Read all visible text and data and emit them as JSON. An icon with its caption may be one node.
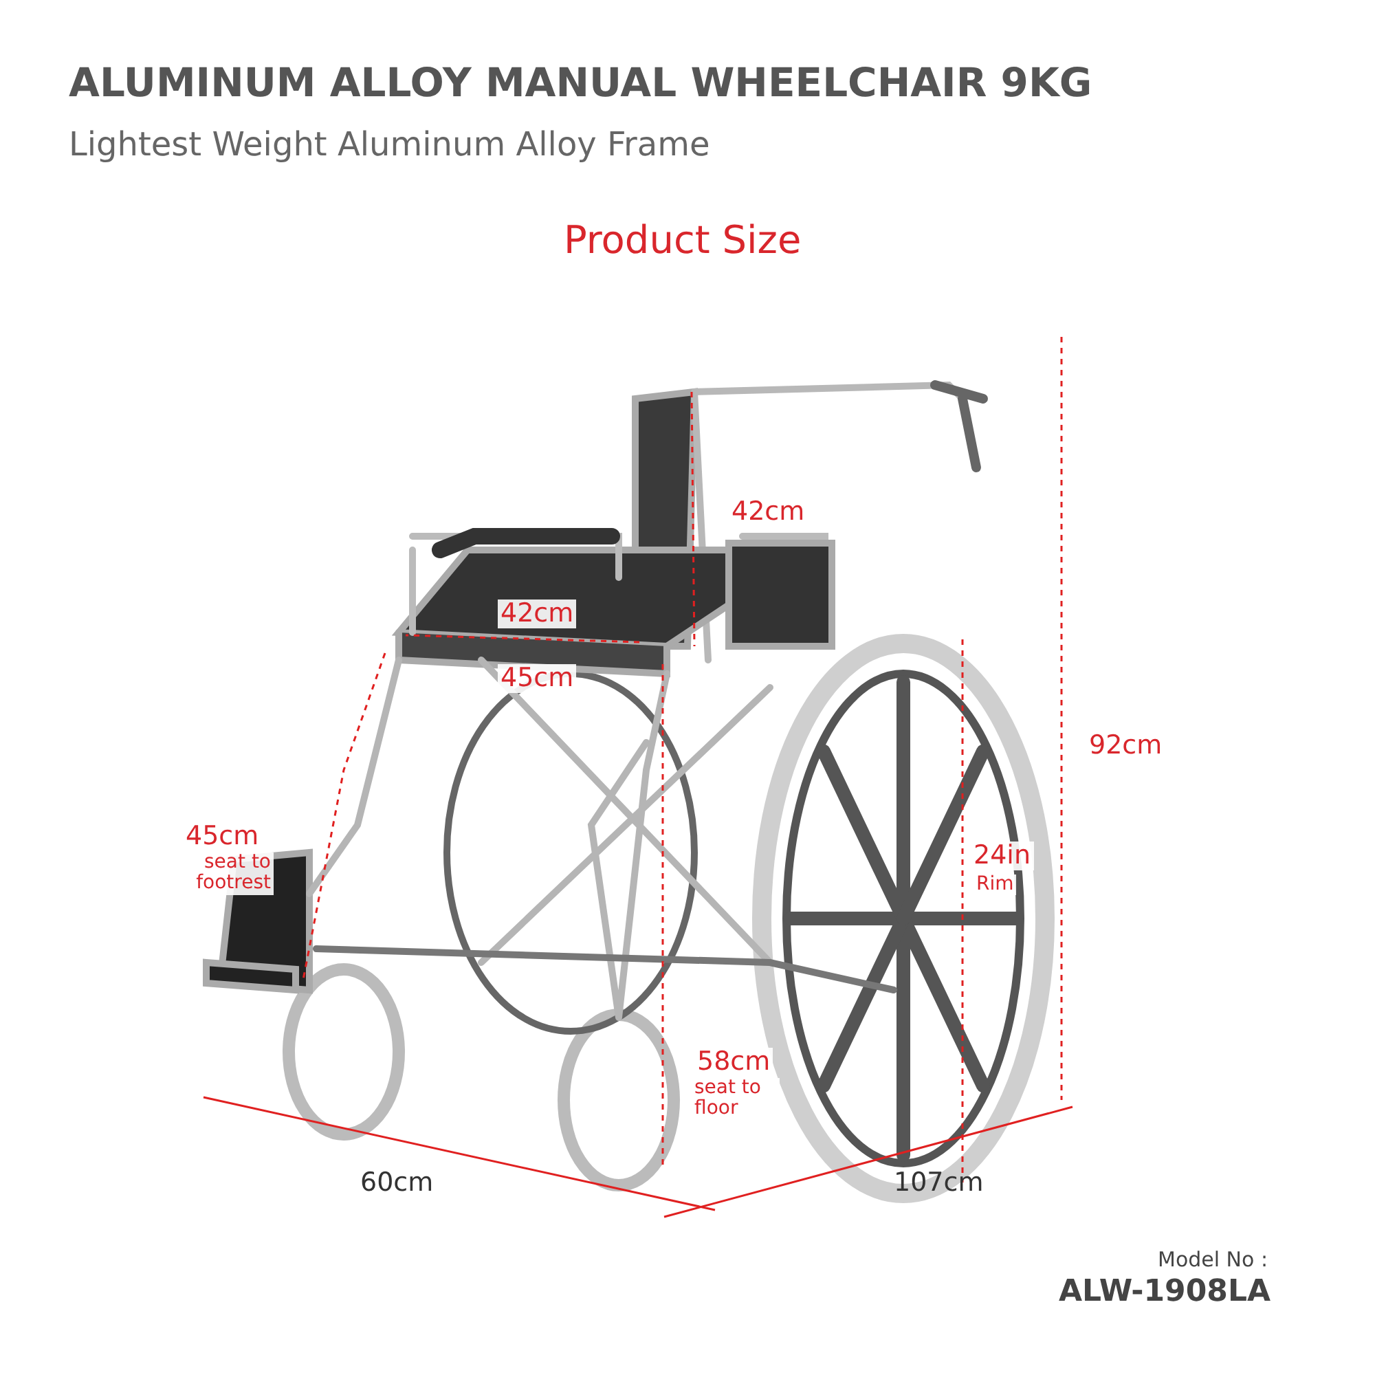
{
  "diagram": {
    "title": "ALUMINUM ALLOY MANUAL WHEELCHAIR 9KG",
    "labels": [
      "Lightest Weight Aluminum Alloy Frame",
      "Product Size",
      "42cm",
      "42cm",
      "45cm",
      "92cm",
      "45cm",
      "seat to footrest",
      "24in",
      "Rim",
      "58cm",
      "seat to floor",
      "60cm",
      "107cm",
      "Model No :",
      "ALW-1908LA"
    ]
  }
}
